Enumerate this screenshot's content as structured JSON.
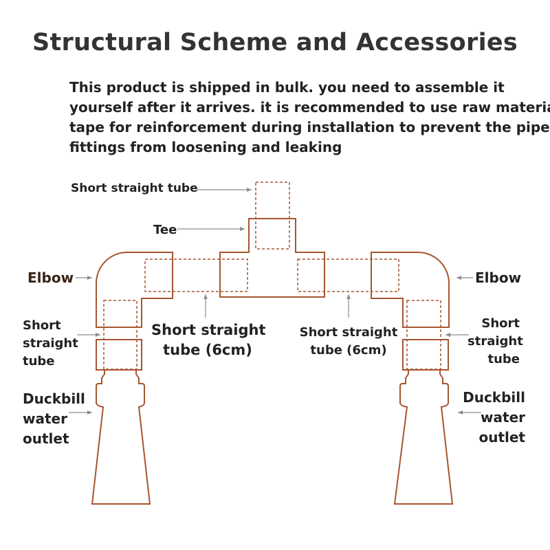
{
  "title": "Structural Scheme and Accessories",
  "description": [
    "This product is shipped in bulk. you need to assemble it",
    "yourself after it arrives. it is recommended to use raw material",
    "tape for reinforcement during installation to prevent the pipe",
    "fittings from loosening and leaking"
  ],
  "labels": {
    "top_short_tube": "Short straight tube",
    "tee": "Tee",
    "elbow_left": "Elbow",
    "elbow_right": "Elbow",
    "short_tube_left": [
      "Short",
      "straight",
      "tube"
    ],
    "short_tube_right": [
      "Short",
      "straight",
      "tube"
    ],
    "mid_tube_left": [
      "Short straight",
      "tube (6cm)"
    ],
    "mid_tube_right": [
      "Short straight",
      "tube (6cm)"
    ],
    "duckbill_left": [
      "Duckbill",
      "water",
      "outlet"
    ],
    "duckbill_right": [
      "Duckbill",
      "water",
      "outlet"
    ]
  },
  "colors": {
    "pipe": "#a5552e",
    "hidden": "#a5552e",
    "arrow": "#8c8c8c",
    "title": "#333333",
    "text": "#222222"
  }
}
